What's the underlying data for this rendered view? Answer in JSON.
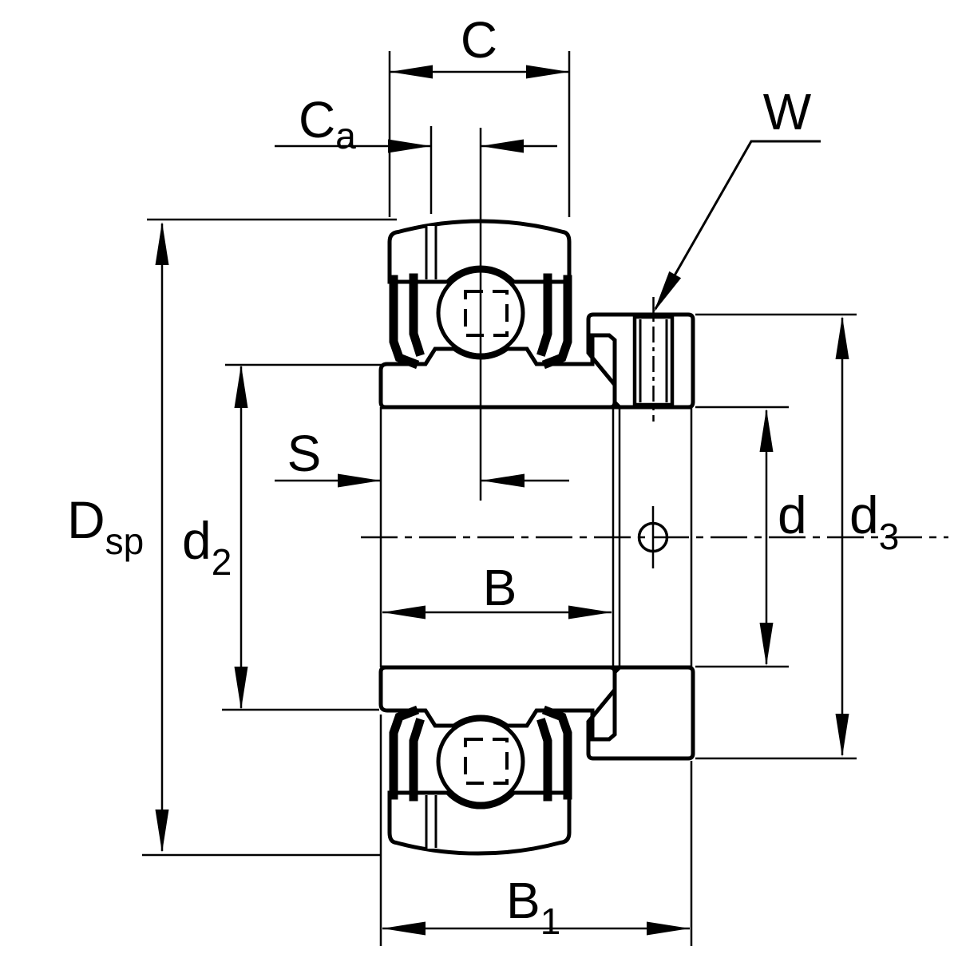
{
  "drawing": {
    "description": "Technical cross-section drawing of a radial insert ball bearing with eccentric locking collar and set screw, with dimension annotations",
    "colors": {
      "line": "#000000",
      "background": "#ffffff"
    },
    "labels": {
      "c": {
        "text": "C"
      },
      "ca": {
        "main": "C",
        "sub": "a"
      },
      "w": {
        "text": "W"
      },
      "dsp": {
        "main": "D",
        "sub": "sp"
      },
      "d2": {
        "main": "d",
        "sub": "2"
      },
      "s": {
        "text": "S"
      },
      "b": {
        "text": "B"
      },
      "b1": {
        "main": "B",
        "sub": "1"
      },
      "d": {
        "text": "d"
      },
      "d3": {
        "main": "d",
        "sub": "3"
      }
    }
  }
}
